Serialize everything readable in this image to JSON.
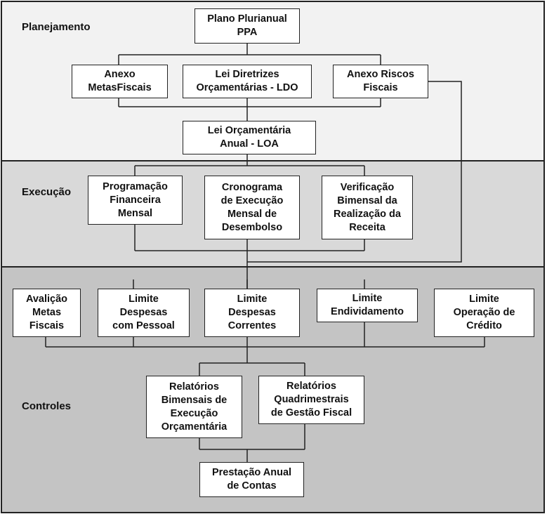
{
  "colors": {
    "planejamento_bg": "#f2f2f2",
    "execucao_bg": "#d9d9d9",
    "controles_bg": "#c4c4c4",
    "box_bg": "#ffffff",
    "line": "#222222"
  },
  "sections": {
    "planejamento": "Planejamento",
    "execucao": "Execução",
    "controles": "Controles"
  },
  "nodes": {
    "ppa": "Plano Plurianual\nPPA",
    "anexo_metas": "Anexo\nMetasFiscais",
    "ldo": "Lei Diretrizes\nOrçamentárias - LDO",
    "anexo_riscos": "Anexo Riscos\nFiscais",
    "loa": "Lei Orçamentária\nAnual - LOA",
    "programacao": "Programação\nFinanceira\nMensal",
    "cronograma": "Cronograma\nde Execução\nMensal de\nDesembolso",
    "verificacao": "Verificação\nBimensal da\nRealização da\nReceita",
    "avaliacao": "Avalição\nMetas\nFiscais",
    "limite_pessoal": "Limite\nDespesas\ncom Pessoal",
    "limite_correntes": "Limite\nDespesas\nCorrentes",
    "limite_endividamento": "Limite\nEndividamento",
    "limite_operacao": "Limite\nOperação de\nCrédito",
    "relatorios_bimensais": "Relatórios\nBimensais de\nExecução\nOrçamentária",
    "relatorios_quadrimestrais": "Relatórios\nQuadrimestrais\nde Gestão Fiscal",
    "prestacao": "Prestação Anual\nde Contas"
  }
}
